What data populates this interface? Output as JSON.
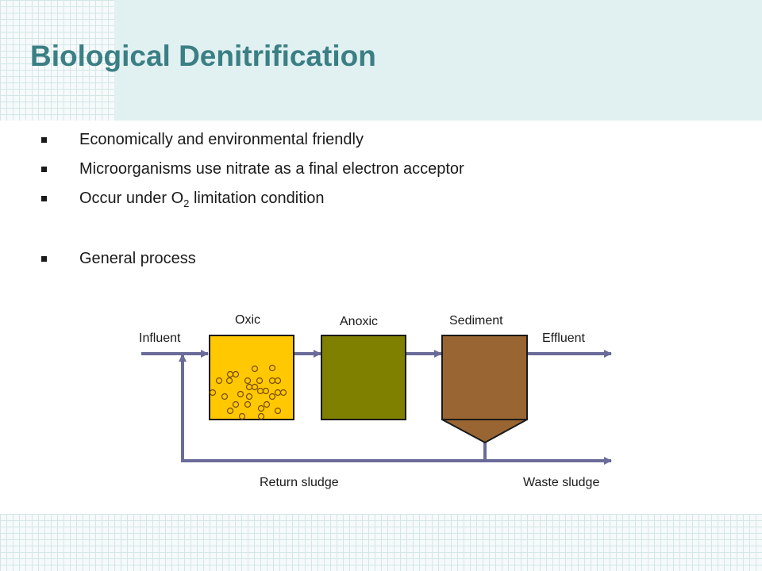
{
  "slide": {
    "title": "Biological Denitrification",
    "bullets": [
      {
        "text": "Economically and environmental friendly"
      },
      {
        "text": "Microorganisms use nitrate as a final electron acceptor"
      },
      {
        "text_before": "Occur under O",
        "subscript": "2",
        "text_after": " limitation condition"
      },
      {
        "text": "General process"
      }
    ]
  },
  "diagram": {
    "labels": {
      "influent": "Influent",
      "oxic": "Oxic",
      "anoxic": "Anoxic",
      "sediment": "Sediment",
      "effluent": "Effluent",
      "return_sludge": "Return sludge",
      "waste_sludge": "Waste sludge"
    },
    "colors": {
      "oxic_tank": "#ffc800",
      "anoxic_tank": "#808000",
      "sediment_tank": "#996633",
      "pipe": "#6b6b9a",
      "tank_outline": "#1a1a1a"
    }
  }
}
